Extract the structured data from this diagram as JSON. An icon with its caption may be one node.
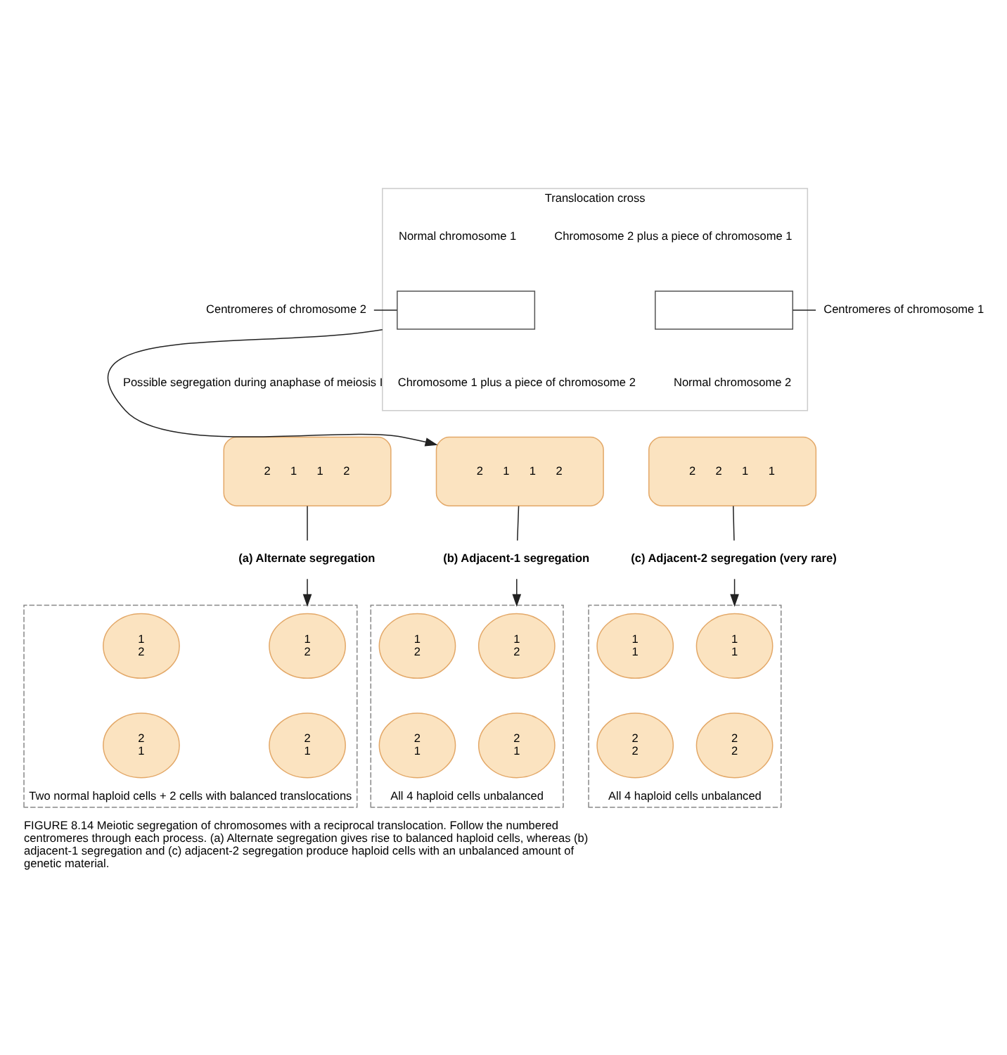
{
  "diagram": {
    "caption": "FIGURE 8.14 Meiotic segregation of chromosomes with a reciprocal translocation. Follow the numbered centromeres through each process. (a) Alternate segregation gives rise to balanced haploid cells, whereas (b) adjacent-1 segregation and (c) adjacent-2 segregation produce haploid cells with an unbalanced amount of genetic material.",
    "nodes": [
      {
        "text": [
          "Translocation cross"
        ],
        "beside": [
          "Chromosome 2 plus a piece of chromosome 1",
          "Normal chromosome 1",
          "Normal chromosome 2",
          "Chromosome 1 plus a piece of chromosome 2"
        ]
      },
      {
        "text": [
          "Centromeres of chromosome 2"
        ]
      },
      {
        "text": [],
        "shape": "box",
        "in": 0
      },
      {
        "text": [],
        "shape": "box",
        "in": 0
      },
      {
        "text": [
          "Centromeres of chromosome 1"
        ]
      },
      {
        "text": [
          "2",
          "1",
          "1",
          "2"
        ]
      },
      {
        "text": [
          "2",
          "1",
          "1",
          "2"
        ]
      },
      {
        "text": [
          "2",
          "2",
          "1",
          "1"
        ]
      },
      {
        "text": [
          "(a) Alternate segregation"
        ]
      },
      {
        "text": [
          "(b) Adjacent-1 segregation"
        ]
      },
      {
        "text": [
          "(c) Adjacent-2 segregation (very rare)"
        ]
      },
      {
        "text": [
          "Two normal haploid cells + 2 cells with balanced translocations"
        ]
      },
      {
        "text": [
          "1",
          "2"
        ],
        "in": 11
      },
      {
        "text": [
          "1",
          "2"
        ],
        "in": 11
      },
      {
        "text": [
          "2",
          "1"
        ],
        "in": 11
      },
      {
        "text": [
          "2",
          "1"
        ],
        "in": 11
      },
      {
        "text": [
          "All 4 haploid cells unbalanced"
        ]
      },
      {
        "text": [
          "1",
          "2"
        ],
        "in": 16
      },
      {
        "text": [
          "1",
          "2"
        ],
        "in": 16
      },
      {
        "text": [
          "2",
          "1"
        ],
        "in": 16
      },
      {
        "text": [
          "2",
          "1"
        ],
        "in": 16
      },
      {
        "text": [
          "All 4 haploid cells unbalanced"
        ]
      },
      {
        "text": [
          "1",
          "1"
        ],
        "in": 21
      },
      {
        "text": [
          "1",
          "1"
        ],
        "in": 21
      },
      {
        "text": [
          "2",
          "2"
        ],
        "in": 21
      },
      {
        "text": [
          "2",
          "2"
        ],
        "in": 21
      }
    ],
    "edges": [
      {
        "from": 1,
        "to": 2,
        "arrow": "none"
      },
      {
        "from": 4,
        "to": 3,
        "arrow": "none"
      },
      {
        "from": 0,
        "to": 6,
        "arrow": "to",
        "label": "Possible segregation during anaphase of meiosis I"
      },
      {
        "from": 5,
        "to": 8,
        "arrow": "none"
      },
      {
        "from": 8,
        "to": 11,
        "arrow": "to"
      },
      {
        "from": 6,
        "to": 9,
        "arrow": "none"
      },
      {
        "from": 9,
        "to": 16,
        "arrow": "to"
      },
      {
        "from": 7,
        "to": 10,
        "arrow": "none"
      },
      {
        "from": 10,
        "to": 21,
        "arrow": "to"
      }
    ]
  }
}
